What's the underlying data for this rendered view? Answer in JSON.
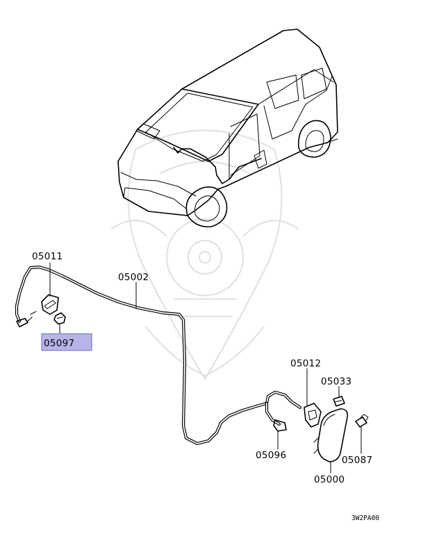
{
  "parts": {
    "p05011": "05011",
    "p05002": "05002",
    "p05097": "05097",
    "p05012": "05012",
    "p05033": "05033",
    "p05096": "05096",
    "p05087": "05087",
    "p05000": "05000"
  },
  "selected_part": "05097",
  "highlight_color": "#b7b4e8",
  "highlight_border": "#6b67c4",
  "reference_code": "3W2PA00"
}
